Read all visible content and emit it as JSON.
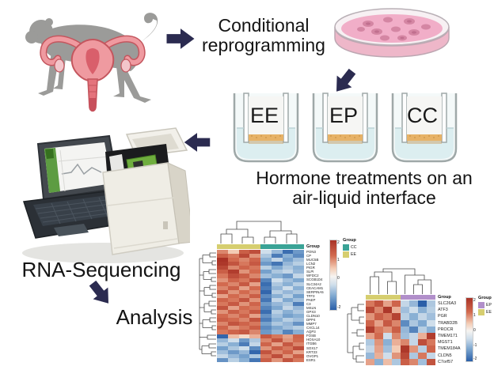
{
  "texts": {
    "conditional_line1": "Conditional",
    "conditional_line2": "reprogramming",
    "hormone_line1": "Hormone treatments on an",
    "hormone_line2": "air-liquid interface",
    "rna_seq": "RNA-Sequencing",
    "analysis": "Analysis"
  },
  "transwells": {
    "labels": [
      "EE",
      "EP",
      "CC"
    ]
  },
  "icons": {
    "monkey_uterus": "monkey-with-uterus-illustration",
    "petri_dish": "petri-dish-with-cell-colonies",
    "sequencer": "laptop-and-rna-sequencer",
    "arrows": [
      "arrow-right",
      "arrow-down-left",
      "arrow-left",
      "arrow-down-right"
    ]
  },
  "colors": {
    "arrow": "#2b2b50",
    "group_yellow": "#d6ce6f",
    "group_teal": "#3aa396",
    "group_purple": "#b18fca",
    "petri_pink": "#f1aec8",
    "monkey_gray": "#9b9b99",
    "uterus_pink": "#ef9aa0"
  },
  "heatmaps": [
    {
      "id": "left",
      "type": "heatmap",
      "group_label": "Group",
      "groups_top": [
        {
          "label": "EE",
          "color": "#d6ce6f",
          "span": 4
        },
        {
          "label": "CC",
          "color": "#3aa396",
          "span": 4
        }
      ],
      "legend": {
        "title": "Group",
        "items": [
          {
            "label": "CC",
            "color": "#3aa396"
          },
          {
            "label": "EE",
            "color": "#d6ce6f"
          }
        ]
      },
      "colorbar_ticks": [
        {
          "label": "2",
          "pos": 0.02
        },
        {
          "label": "1",
          "pos": 0.27
        },
        {
          "label": "0",
          "pos": 0.53
        },
        {
          "label": "-2",
          "pos": 0.95
        }
      ],
      "row_labels": [
        "PON3",
        "CP",
        "MUC5B",
        "LCN2",
        "PIGR",
        "SLPI",
        "WFDC2",
        "SCGB1D4",
        "SLC34A2",
        "CEACAM1",
        "SERPINA5",
        "TFF3",
        "PAEP",
        "C3",
        "MSLN",
        "GPX3",
        "CLDN10",
        "DPP4",
        "MMP7",
        "CXCL14",
        "AQP3",
        "FOSB",
        "HOXA10",
        "ITGB6",
        "SOX17",
        "KRT23",
        "OVGP1",
        "ESR1"
      ],
      "values": [
        [
          0.8,
          0.3,
          1.2,
          1.5,
          -0.3,
          -0.8,
          -1.8,
          -1.2
        ],
        [
          1.2,
          0.9,
          1.6,
          0.7,
          -0.6,
          -1.6,
          -0.9,
          -1.4
        ],
        [
          2.0,
          1.0,
          0.8,
          1.1,
          -0.9,
          -0.4,
          -1.1,
          -0.7
        ],
        [
          1.9,
          1.4,
          0.9,
          1.3,
          -1.2,
          -1.7,
          -0.8,
          -0.5
        ],
        [
          1.6,
          0.8,
          1.1,
          0.9,
          -0.5,
          -1.0,
          -0.6,
          -0.9
        ],
        [
          1.2,
          1.8,
          0.7,
          1.0,
          -1.1,
          -0.6,
          -0.4,
          -0.8
        ],
        [
          0.9,
          1.5,
          1.2,
          0.8,
          -0.7,
          -0.9,
          -1.2,
          -0.4
        ],
        [
          0.7,
          1.1,
          0.9,
          1.4,
          -1.5,
          -0.3,
          -0.7,
          -1.0
        ],
        [
          1.0,
          0.8,
          1.3,
          0.6,
          -1.8,
          -0.6,
          -0.9,
          -0.5
        ],
        [
          0.8,
          1.2,
          0.6,
          1.0,
          -1.6,
          -0.8,
          -0.3,
          -0.9
        ],
        [
          1.3,
          0.7,
          1.0,
          0.8,
          -1.9,
          -0.5,
          -0.8,
          -0.6
        ],
        [
          0.6,
          1.0,
          0.8,
          1.2,
          -1.4,
          -0.9,
          -0.5,
          -1.1
        ],
        [
          1.1,
          0.9,
          1.4,
          0.7,
          -1.7,
          -0.4,
          -1.0,
          -0.7
        ],
        [
          0.9,
          1.3,
          0.7,
          1.1,
          -1.2,
          -0.8,
          -0.6,
          -1.6
        ],
        [
          1.4,
          0.6,
          1.0,
          0.9,
          -1.5,
          -1.0,
          -0.4,
          -0.8
        ],
        [
          0.7,
          1.2,
          0.9,
          1.3,
          -1.8,
          -0.5,
          -0.9,
          -0.6
        ],
        [
          1.0,
          0.8,
          1.1,
          0.6,
          -1.3,
          -0.7,
          -1.1,
          -0.9
        ],
        [
          1.2,
          1.0,
          0.8,
          1.4,
          -1.6,
          -0.9,
          -0.5,
          -0.7
        ],
        [
          0.8,
          1.4,
          1.1,
          0.9,
          -1.1,
          -0.6,
          -0.8,
          -1.3
        ],
        [
          1.1,
          0.7,
          0.9,
          1.2,
          -1.4,
          -1.0,
          -0.7,
          -0.5
        ],
        [
          0.9,
          1.1,
          1.3,
          0.8,
          -1.2,
          -0.8,
          -1.5,
          -0.9
        ],
        [
          -1.9,
          0.4,
          0.2,
          0.5,
          1.3,
          0.9,
          0.6,
          1.1
        ],
        [
          -0.8,
          -0.3,
          -1.2,
          -0.6,
          0.8,
          1.4,
          0.7,
          1.0
        ],
        [
          -0.5,
          -0.9,
          -1.6,
          -0.4,
          1.1,
          0.6,
          1.3,
          0.8
        ],
        [
          -1.1,
          -0.6,
          -0.3,
          -1.4,
          0.7,
          1.2,
          0.9,
          1.5
        ],
        [
          -0.7,
          -1.2,
          -0.8,
          -1.9,
          1.4,
          0.8,
          1.1,
          0.6
        ],
        [
          -0.4,
          -0.8,
          -1.1,
          -0.6,
          0.9,
          1.5,
          0.7,
          1.2
        ],
        [
          -1.3,
          -0.5,
          -0.9,
          -1.7,
          1.2,
          0.7,
          1.4,
          0.9
        ]
      ]
    },
    {
      "id": "right",
      "type": "heatmap",
      "group_label": "Group",
      "groups_top": [
        {
          "label": "EE",
          "color": "#d6ce6f",
          "span": 4
        },
        {
          "label": "EP",
          "color": "#b18fca",
          "span": 4
        }
      ],
      "legend": {
        "title": "Group",
        "items": [
          {
            "label": "EP",
            "color": "#b18fca"
          },
          {
            "label": "EE",
            "color": "#d6ce6f"
          }
        ]
      },
      "colorbar_ticks": [
        {
          "label": "2",
          "pos": 0.02
        },
        {
          "label": "1",
          "pos": 0.26
        },
        {
          "label": "0",
          "pos": 0.5
        },
        {
          "label": "-1",
          "pos": 0.74
        },
        {
          "label": "-2",
          "pos": 0.95
        }
      ],
      "row_labels": [
        "SLC26A3",
        "ATF3",
        "PGR",
        "TRABD2B",
        "PROCR",
        "TMEM171",
        "MGST1",
        "TMEM184A",
        "CLDN5",
        "C7orf57"
      ],
      "values": [
        [
          0.9,
          1.4,
          0.6,
          1.1,
          -0.4,
          -0.8,
          -2.0,
          -0.6
        ],
        [
          1.6,
          0.8,
          1.9,
          0.5,
          -0.7,
          -0.3,
          -0.9,
          -0.5
        ],
        [
          0.7,
          1.2,
          0.9,
          1.7,
          -0.5,
          -0.9,
          -0.4,
          -0.7
        ],
        [
          1.1,
          0.6,
          1.3,
          0.8,
          -1.4,
          -0.6,
          -1.0,
          -0.3
        ],
        [
          1.8,
          0.9,
          0.7,
          1.2,
          -0.8,
          -1.5,
          -0.5,
          -0.9
        ],
        [
          0.6,
          1.0,
          -0.3,
          0.8,
          -0.7,
          -0.4,
          0.5,
          1.8
        ],
        [
          -0.6,
          0.7,
          -0.9,
          0.5,
          0.8,
          -0.4,
          1.5,
          0.9
        ],
        [
          -0.4,
          0.6,
          -0.7,
          0.3,
          1.9,
          0.7,
          -0.5,
          1.1
        ],
        [
          -0.8,
          0.5,
          -0.3,
          0.7,
          1.6,
          -0.6,
          0.9,
          -0.4
        ],
        [
          0.6,
          -0.9,
          0.4,
          -0.6,
          1.2,
          0.8,
          -0.7,
          1.4
        ]
      ]
    }
  ]
}
